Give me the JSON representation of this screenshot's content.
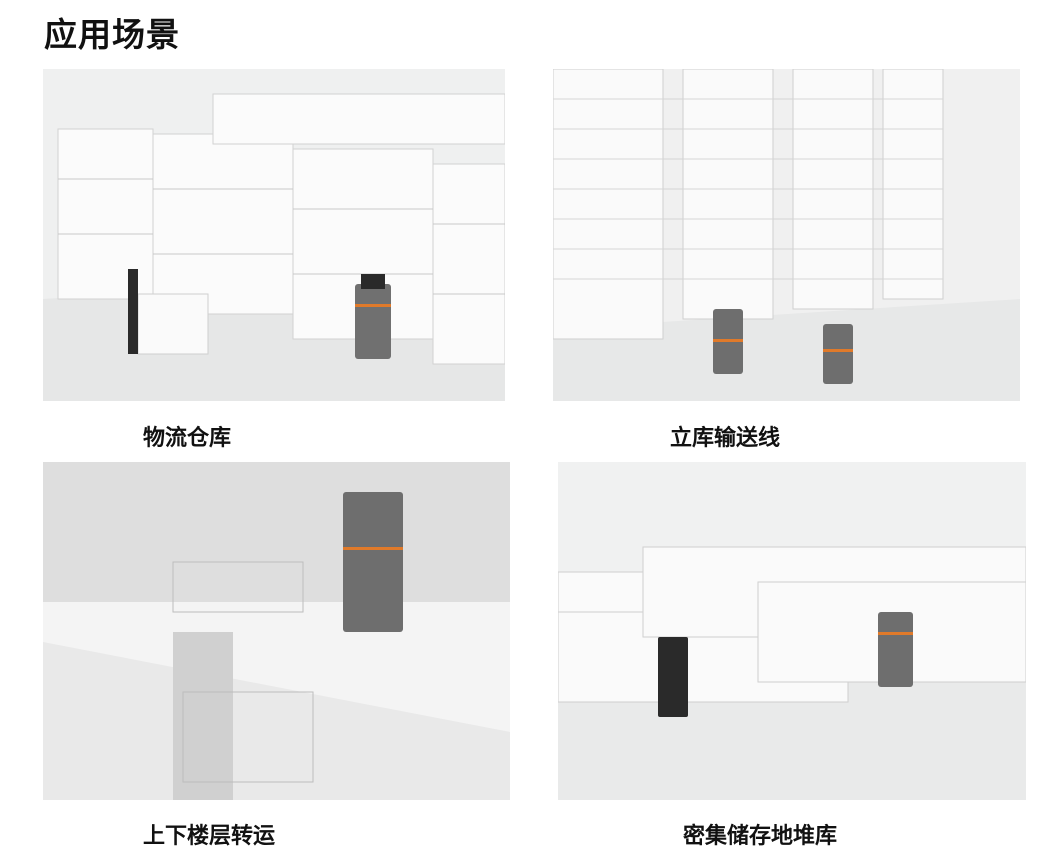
{
  "page": {
    "title": "应用场景"
  },
  "scenarios": [
    {
      "label": "物流仓库",
      "image": "warehouse-racks-with-forklift-agv"
    },
    {
      "label": "立库输送线",
      "image": "high-bay-storage-conveyor-line"
    },
    {
      "label": "上下楼层转运",
      "image": "multi-floor-elevator-transfer"
    },
    {
      "label": "密集储存地堆库",
      "image": "dense-floor-stacking-storage"
    }
  ],
  "colors": {
    "accent": "#e07a2a",
    "rack": "#f2f2f2",
    "floor": "#e8e9e9",
    "robot": "#6e6e6e"
  }
}
